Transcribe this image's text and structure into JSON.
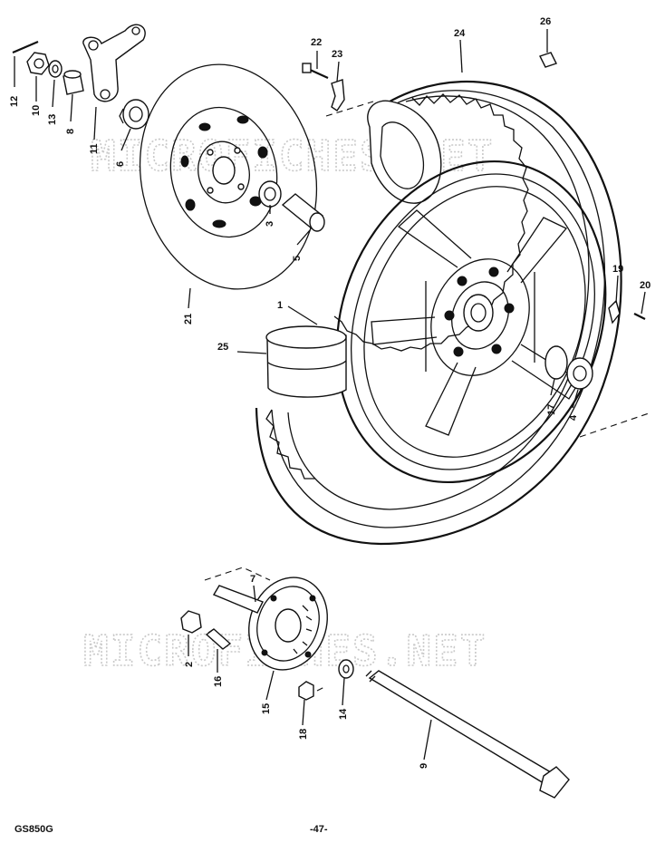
{
  "watermark": "MICROFICHES.NET",
  "footer": {
    "model": "GS850G",
    "page": "-47-"
  },
  "callouts": [
    "1",
    "2",
    "3",
    "4",
    "5",
    "6",
    "7",
    "8",
    "9",
    "10",
    "11",
    "12",
    "13",
    "14",
    "15",
    "16",
    "17",
    "18",
    "19",
    "20",
    "21",
    "22",
    "23",
    "24",
    "25",
    "26"
  ]
}
